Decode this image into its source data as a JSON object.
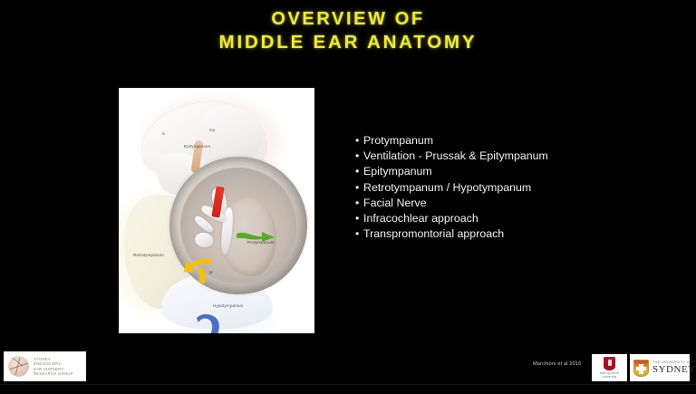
{
  "slide": {
    "background_color": "#000000",
    "title": {
      "line1": "OVERVIEW OF",
      "line2": "MIDDLE EAR ANATOMY",
      "color": "#ece93a"
    },
    "bullets": [
      "Protympanum",
      "Ventilation - Prussak & Epitympanum",
      "Epitympanum",
      "Retrotympanum / Hypotympanum",
      "Facial Nerve",
      "Infracochlear approach",
      "Transpromontorial approach"
    ],
    "bullet_marker": "•",
    "bullet_color": "#f2f2f2"
  },
  "figure": {
    "name": "middle-ear-anatomy-illustration",
    "labels": {
      "epitympanum": "Epitympanum",
      "protympanum": "Protympanum",
      "retrotympanum": "Retrotympanum",
      "hypotympanum": "Hypotympanum",
      "incus": "in",
      "malleus": "ma",
      "promontory": "pr"
    },
    "arrow_colors": {
      "red": "#e8362a",
      "green": "#5aa832",
      "yellow": "#f2c013",
      "blue": "#4a6fc4"
    }
  },
  "footer": {
    "citation": "Marchioni et al 2016",
    "sees_logo": {
      "line1": "SYDNEY",
      "line2": "ENDOSCOPIC",
      "line3": "EAR SURGERY",
      "line4": "RESEARCH GROUP"
    },
    "macquarie_logo": {
      "line1": "MACQUARIE",
      "line2": "University"
    },
    "sydney_logo": {
      "top": "THE UNIVERSITY OF",
      "main": "SYDNEY"
    }
  }
}
